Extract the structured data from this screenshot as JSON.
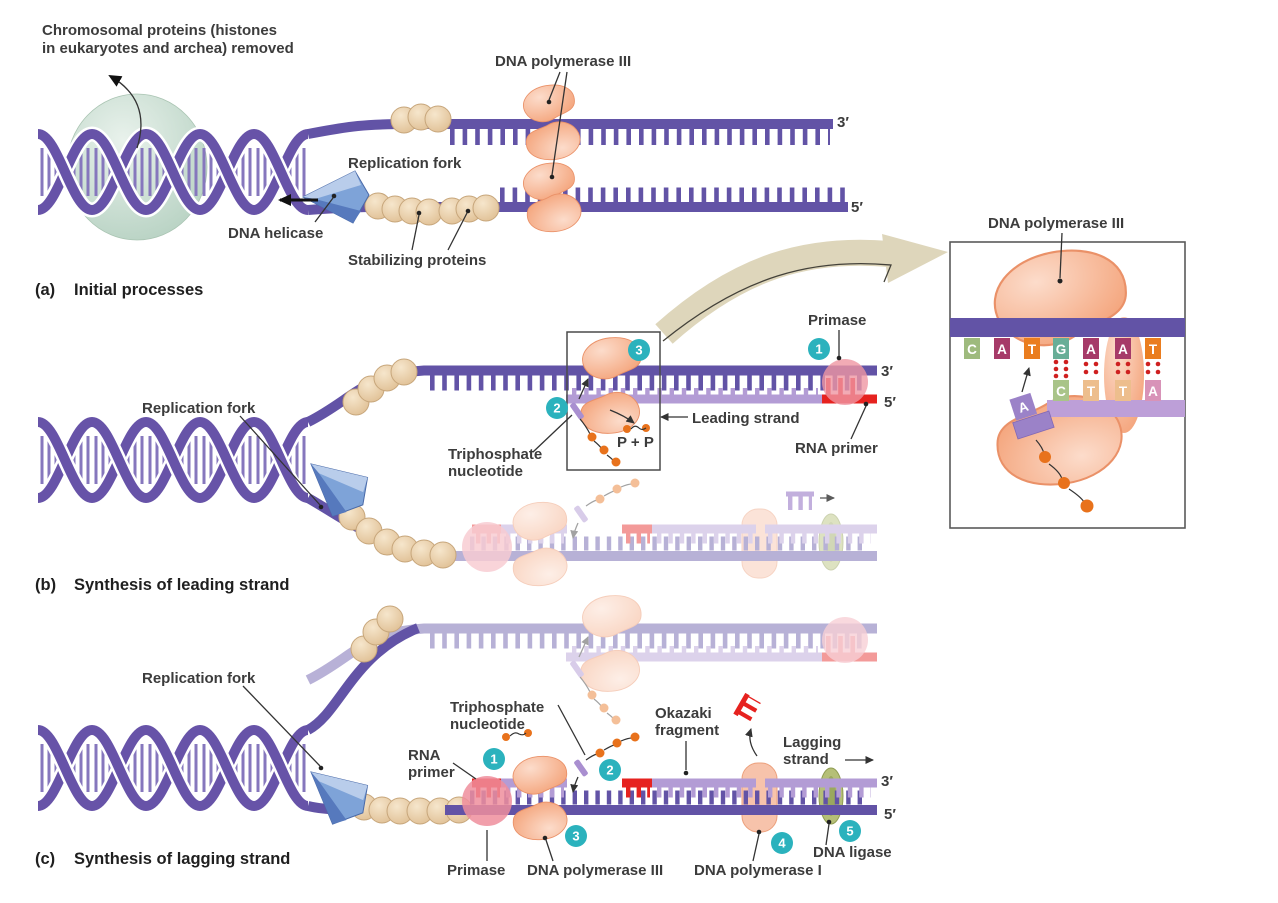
{
  "palette": {
    "template_strand": "#6253a6",
    "new_strand": "#b39cd5",
    "rna_primer_red": "#e6221f",
    "step_badge_teal": "#2bb2bd",
    "polymerase_salmon": "#f4a47b",
    "stabilizing_bead_tan": "#e9d2b0",
    "helicase_blue": "#7ea3d8",
    "histone_sphere_green": "#c8dccd",
    "ligase_olive": "#b5bf77",
    "phosphate_orange": "#e8721c",
    "label_gray": "#3c3c3c",
    "tan_arrow": "#ded6bb"
  },
  "section_a": {
    "title_prefix": "(a)",
    "title": "Initial processes",
    "chromosomal_line1": "Chromosomal proteins (histones",
    "chromosomal_line2": "in eukaryotes and archea) removed",
    "dna_polymerase_iii": "DNA polymerase III",
    "replication_fork": "Replication fork",
    "dna_helicase": "DNA helicase",
    "stabilizing_proteins": "Stabilizing proteins",
    "three_prime": "3′",
    "five_prime": "5′"
  },
  "section_b": {
    "title_prefix": "(b)",
    "title": "Synthesis of leading strand",
    "replication_fork": "Replication fork",
    "primase": "Primase",
    "rna_primer": "RNA primer",
    "leading_strand": "Leading strand",
    "triphosphate_line1": "Triphosphate",
    "triphosphate_line2": "nucleotide",
    "pyrophosphate": "P + P",
    "three_prime": "3′",
    "five_prime": "5′",
    "step1": "1",
    "step2": "2",
    "step3": "3"
  },
  "inset": {
    "title": "DNA polymerase III",
    "top_bases": [
      "C",
      "A",
      "T",
      "G",
      "A",
      "A",
      "T"
    ],
    "top_base_colors": [
      "#9eba7d",
      "#a63a68",
      "#ea7d1f",
      "#68ae97",
      "#a63a68",
      "#a63a68",
      "#ea7d1f"
    ],
    "bottom_bases": [
      "C",
      "T",
      "T",
      "A"
    ],
    "bottom_base_colors": [
      "#a9c489",
      "#edbe8d",
      "#edbe8d",
      "#d893b8"
    ],
    "incoming_base": "A",
    "incoming_base_color": "#9b82c8"
  },
  "section_c": {
    "title_prefix": "(c)",
    "title": "Synthesis of lagging strand",
    "replication_fork": "Replication fork",
    "triphosphate_line1": "Triphosphate",
    "triphosphate_line2": "nucleotide",
    "rna_primer_line1": "RNA",
    "rna_primer_line2": "primer",
    "okazaki_line1": "Okazaki",
    "okazaki_line2": "fragment",
    "lagging_line1": "Lagging",
    "lagging_line2": "strand",
    "primase": "Primase",
    "dna_polymerase_iii": "DNA polymerase III",
    "dna_polymerase_i": "DNA polymerase I",
    "dna_ligase": "DNA ligase",
    "three_prime": "3′",
    "five_prime": "5′",
    "step1": "1",
    "step2": "2",
    "step3": "3",
    "step4": "4",
    "step5": "5"
  }
}
